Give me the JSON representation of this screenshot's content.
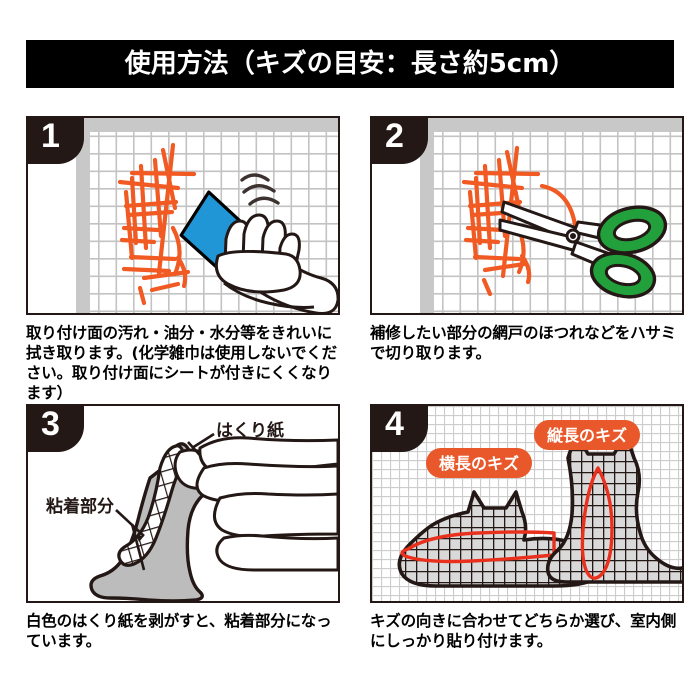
{
  "header": {
    "title": "使用方法（キズの目安：長さ約5cm）"
  },
  "colors": {
    "header_bg": "#000000",
    "badge_bg": "#231815",
    "accent_orange": "#E8582A",
    "tear_orange": "#F15A22",
    "cloth_blue": "#2196D6",
    "scissor_green": "#22A03C",
    "mesh_gray": "#BFBFBF",
    "frame_gray": "#C8C8C8",
    "patch_gray": "#BCBCBC",
    "scratch_red": "#E8301C",
    "outline": "#231815"
  },
  "steps": [
    {
      "number": "1",
      "figure_name": "wipe-surface-illustration",
      "caption": "取り付け面の汚れ・油分・水分等をきれいに拭き取ります。(化学雑巾は使用しないでください。取り付け面にシートが付きにくくなります）",
      "labels": []
    },
    {
      "number": "2",
      "figure_name": "cut-mesh-with-scissors-illustration",
      "caption": "補修したい部分の網戸のほつれなどをハサミで切り取ります。",
      "labels": []
    },
    {
      "number": "3",
      "figure_name": "peel-release-paper-illustration",
      "caption": "白色のはくり紙を剥がすと、粘着部分になっています。",
      "labels": [
        {
          "id": "release-paper",
          "text": "はくり紙"
        },
        {
          "id": "adhesive-part",
          "text": "粘着部分"
        }
      ]
    },
    {
      "number": "4",
      "figure_name": "choose-patch-orientation-illustration",
      "caption": "キズの向きに合わせてどちらか選び、室内側にしっかり貼り付けます。",
      "labels": [
        {
          "id": "horizontal-scratch",
          "text": "横長のキズ"
        },
        {
          "id": "vertical-scratch",
          "text": "縦長のキズ"
        }
      ]
    }
  ]
}
